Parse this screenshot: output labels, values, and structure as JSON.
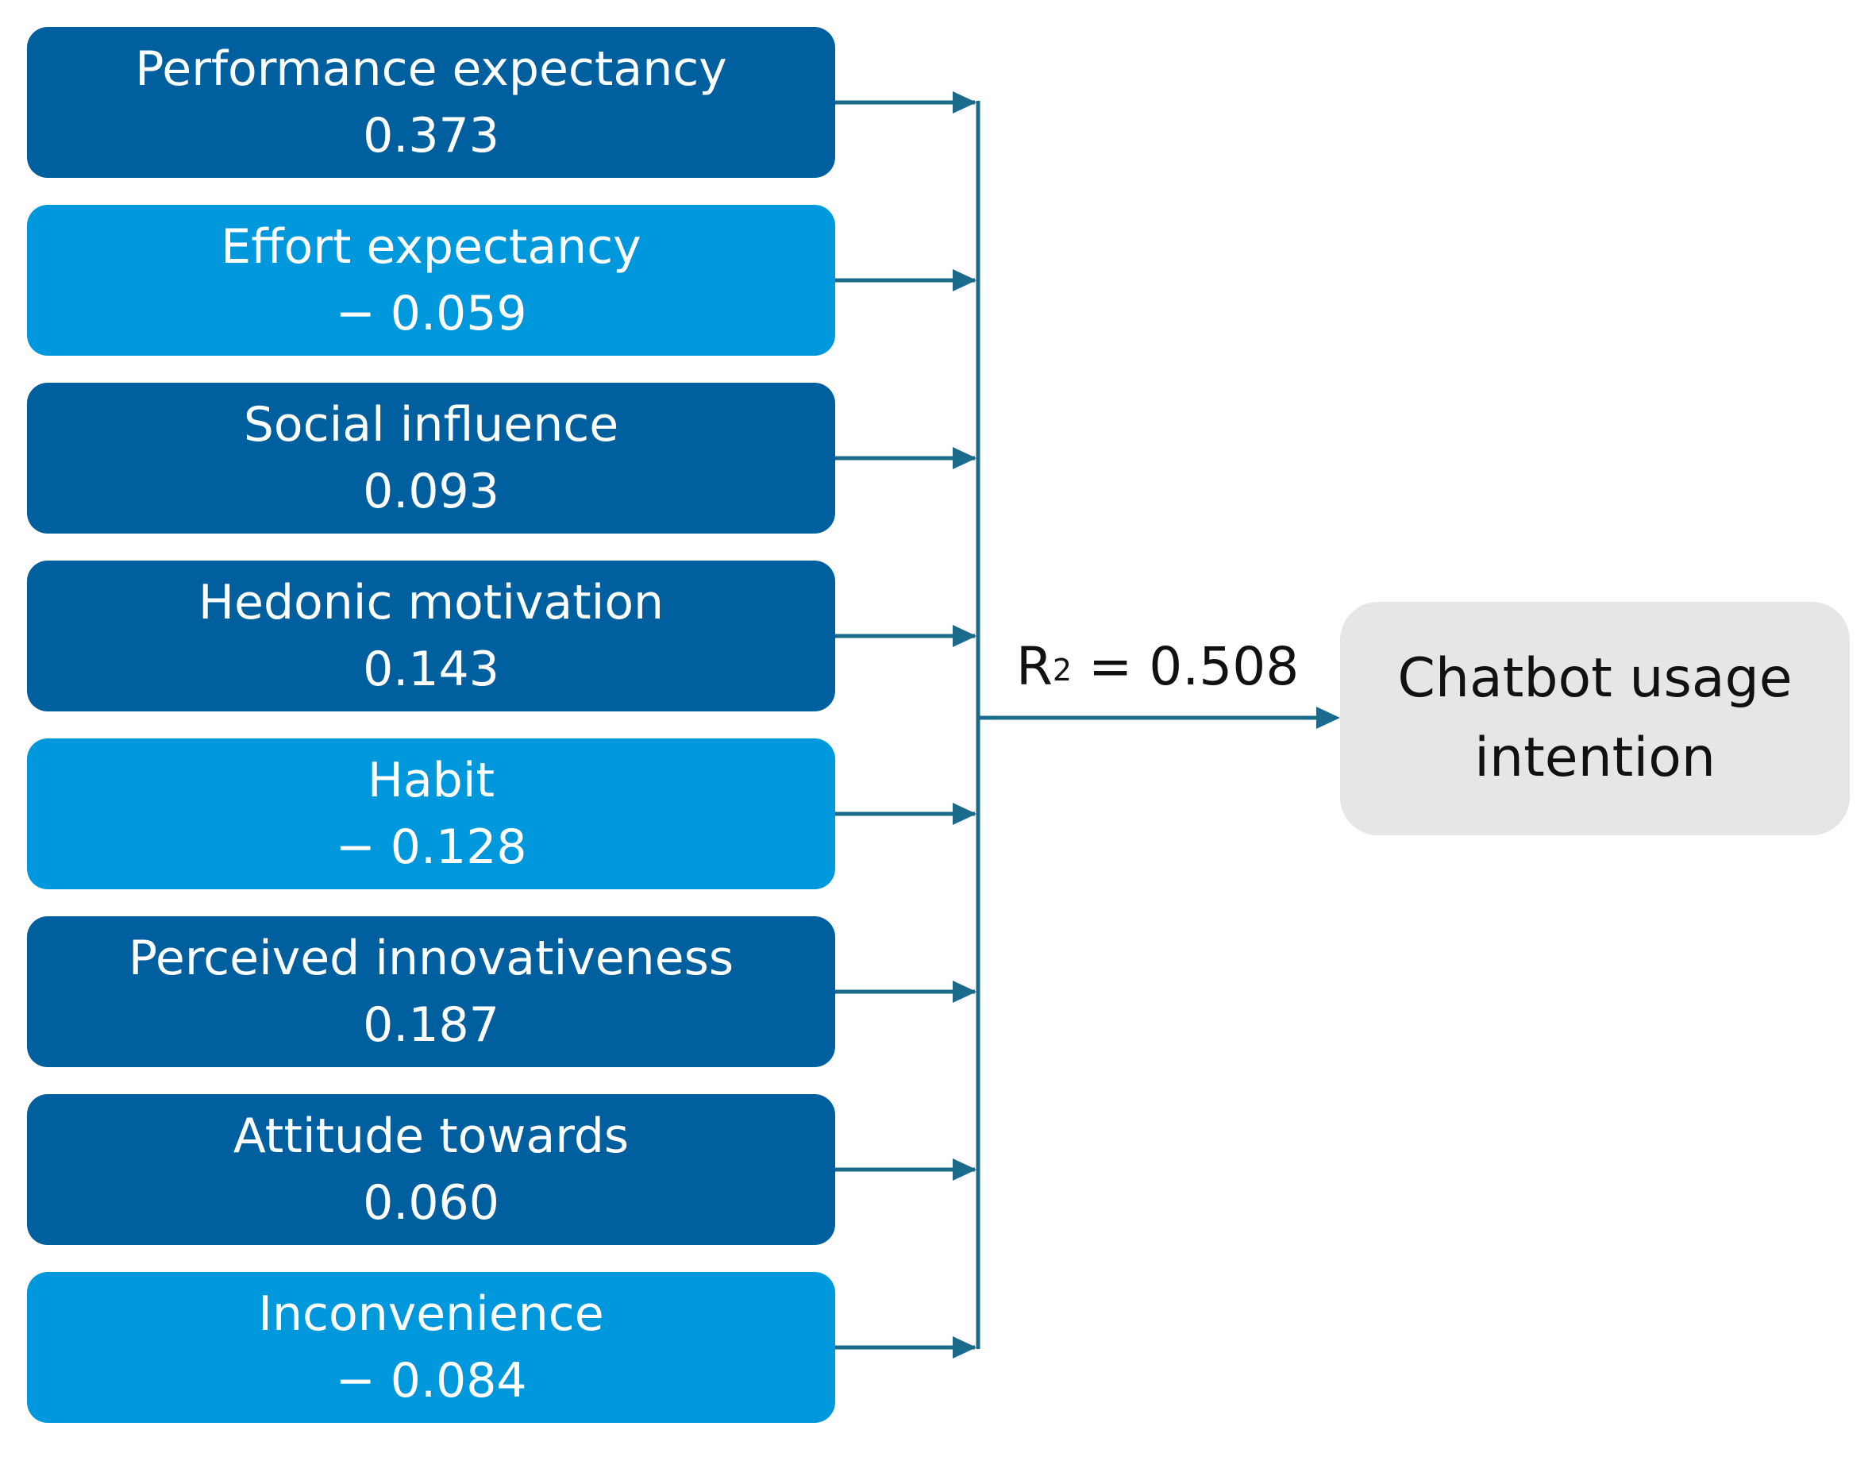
{
  "diagram": {
    "predictors": [
      {
        "label": "Performance expectancy",
        "value": "0.373",
        "shade": "dark"
      },
      {
        "label": "Effort expectancy",
        "value": "− 0.059",
        "shade": "light"
      },
      {
        "label": "Social influence",
        "value": "0.093",
        "shade": "dark"
      },
      {
        "label": "Hedonic motivation",
        "value": "0.143",
        "shade": "dark"
      },
      {
        "label": "Habit",
        "value": "− 0.128",
        "shade": "light"
      },
      {
        "label": "Perceived innovativeness",
        "value": "0.187",
        "shade": "dark"
      },
      {
        "label": "Attitude towards",
        "value": "0.060",
        "shade": "dark"
      },
      {
        "label": "Inconvenience",
        "value": "− 0.084",
        "shade": "light"
      }
    ],
    "outcome": "Chatbot usage intention",
    "r2": {
      "prefix": "R",
      "superscript": "2",
      "rest": " = 0.508"
    }
  },
  "colors": {
    "dark_box": "#00609f",
    "light_box": "#0098dc",
    "outcome_box": "#e6e6e6",
    "connector": "#1a6a8a"
  }
}
